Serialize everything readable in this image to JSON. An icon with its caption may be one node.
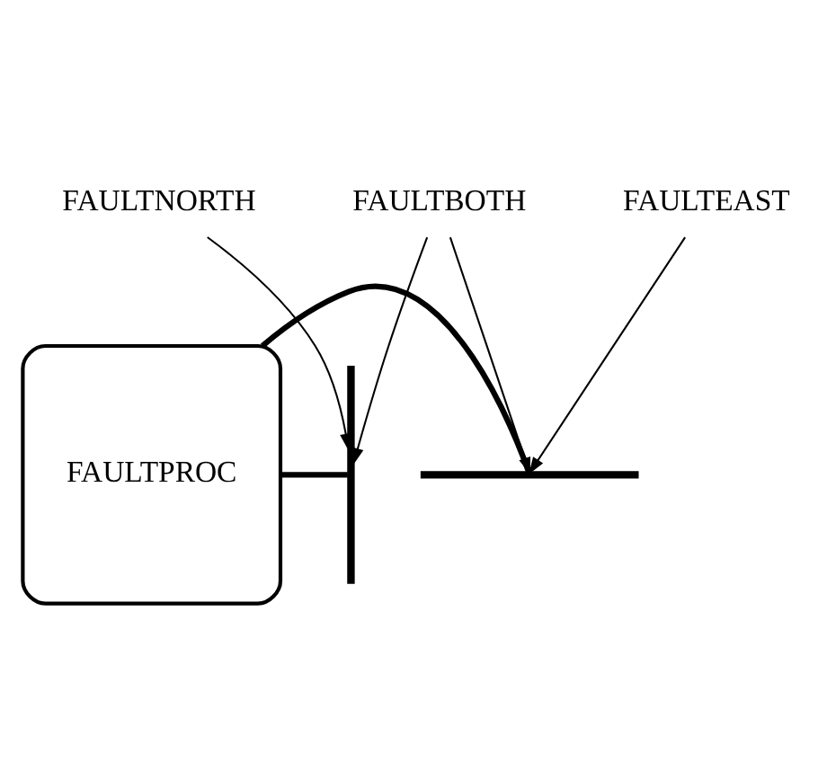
{
  "diagram": {
    "nodes": [
      {
        "text": [
          "FAULTPROC"
        ]
      },
      {
        "text": [],
        "shape": "line"
      },
      {
        "text": [],
        "shape": "line"
      },
      {
        "text": [
          "FAULTNORTH"
        ]
      },
      {
        "text": [
          "FAULTBOTH"
        ]
      },
      {
        "text": [
          "FAULTEAST"
        ]
      }
    ],
    "edges": [
      {
        "from": 0,
        "to": 1,
        "arrow": "none",
        "style": "thick"
      },
      {
        "from": 0,
        "to": 2,
        "arrow": "none",
        "style": "thick"
      },
      {
        "from": 3,
        "to": 1,
        "arrow": "to"
      },
      {
        "from": 4,
        "to": 1,
        "arrow": "to"
      },
      {
        "from": 4,
        "to": 2,
        "arrow": "to"
      },
      {
        "from": 5,
        "to": 2,
        "arrow": "to"
      }
    ]
  }
}
